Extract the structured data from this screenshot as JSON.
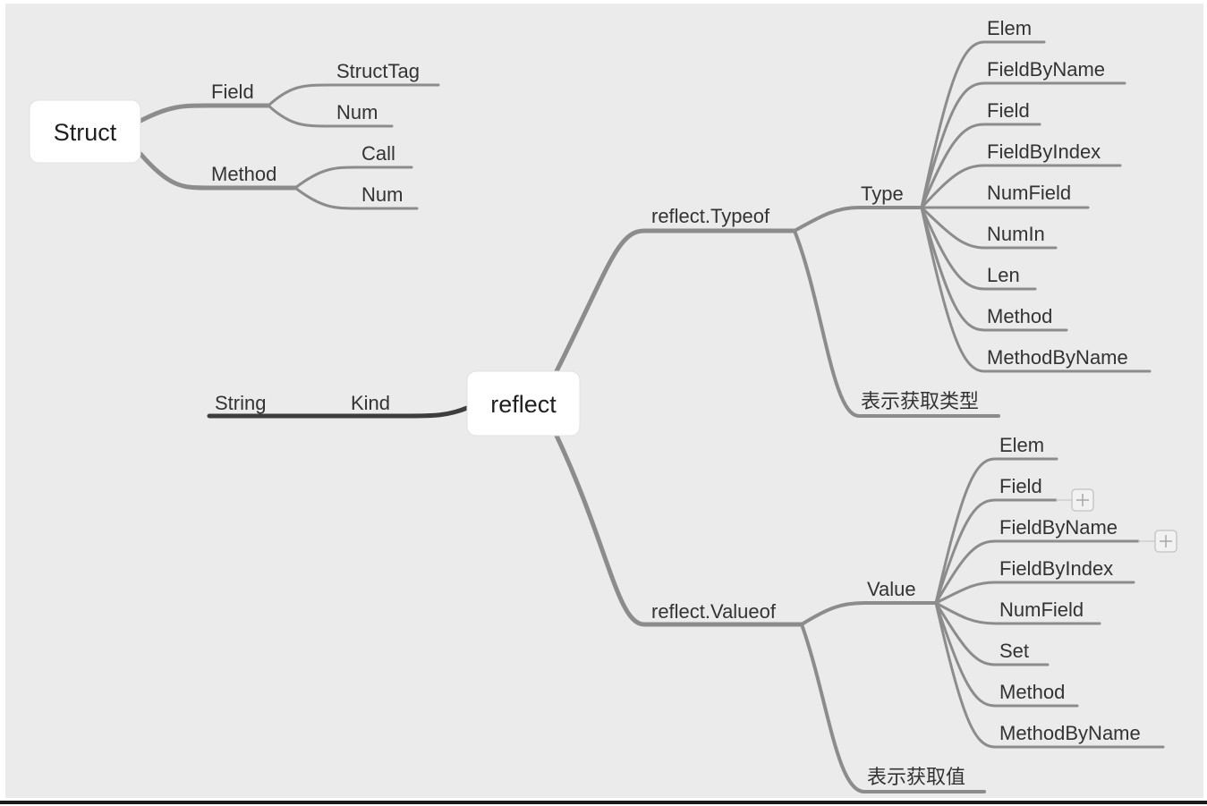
{
  "struct_map": {
    "root": "Struct",
    "field": {
      "label": "Field",
      "children": [
        "StructTag",
        "Num"
      ]
    },
    "method": {
      "label": "Method",
      "children": [
        "Call",
        "Num"
      ]
    }
  },
  "reflect_map": {
    "root": "reflect",
    "left": {
      "kind": "Kind",
      "string": "String"
    },
    "typeof": {
      "label": "reflect.Typeof",
      "type": {
        "label": "Type",
        "children": [
          "Elem",
          "FieldByName",
          "Field",
          "FieldByIndex",
          "NumField",
          "NumIn",
          "Len",
          "Method",
          "MethodByName"
        ]
      },
      "note": "表示获取类型"
    },
    "valueof": {
      "label": "reflect.Valueof",
      "value": {
        "label": "Value",
        "children": [
          "Elem",
          "Field",
          "FieldByName",
          "FieldByIndex",
          "NumField",
          "Set",
          "Method",
          "MethodByName"
        ]
      },
      "note": "表示获取值"
    }
  },
  "colors": {
    "background": "#ebebeb",
    "branch": "#8c8c8c",
    "kind_branch": "#3d3d3d",
    "node_fill": "#ffffff",
    "text": "#333333"
  },
  "icons": {
    "expand": "plus-square-icon"
  }
}
